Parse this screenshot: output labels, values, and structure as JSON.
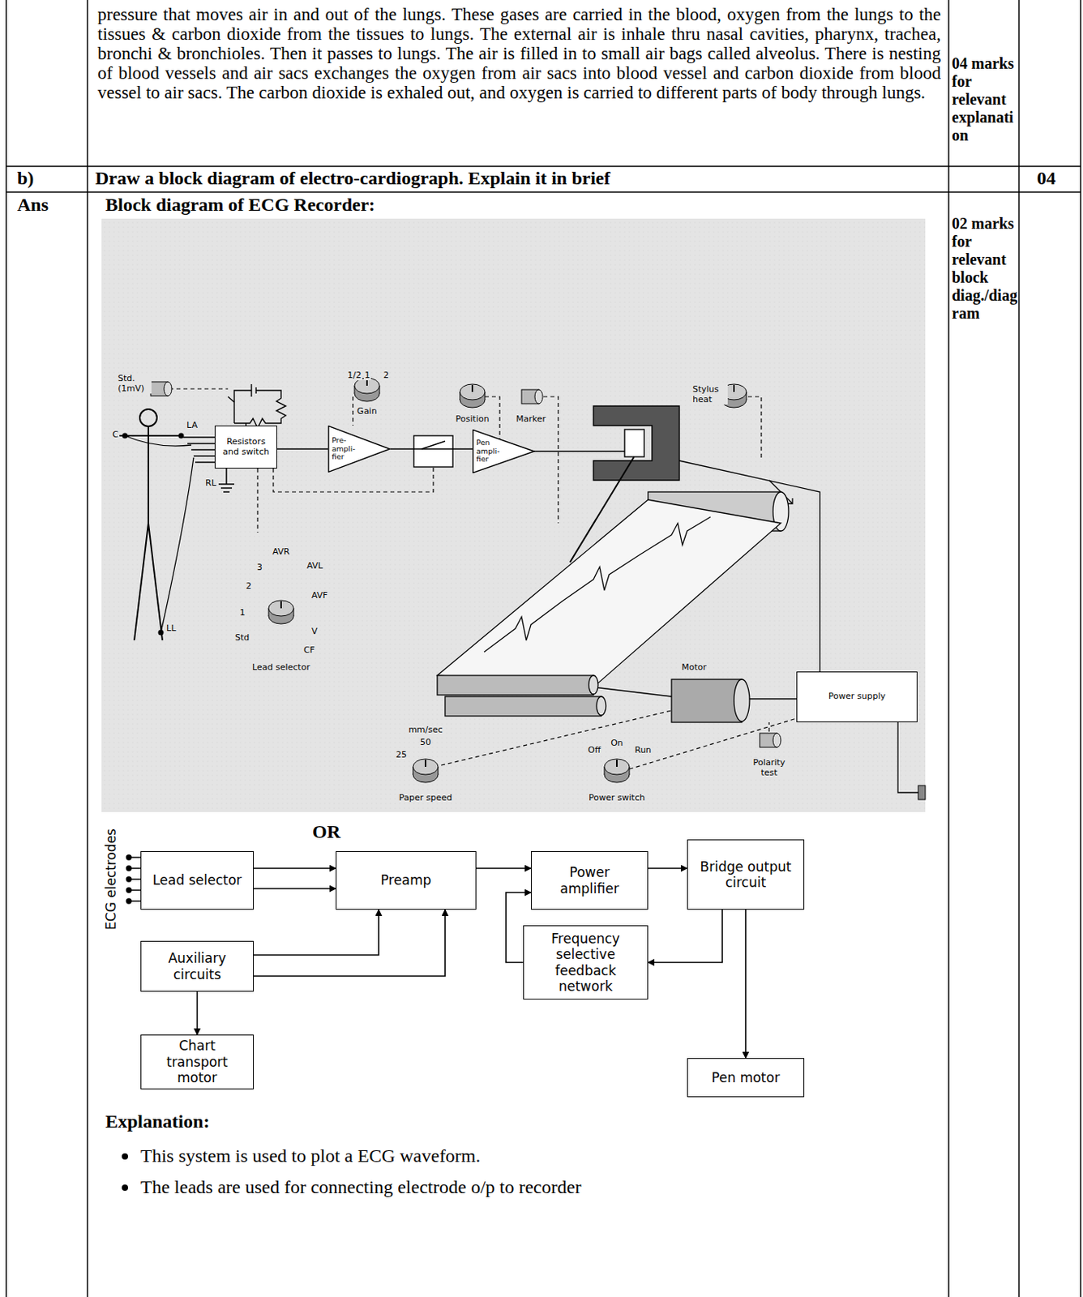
{
  "diagram": {
    "nodes": [
      {
        "text": [
          "Resistors and switch"
        ]
      },
      {
        "text": [
          "Pre- ampli- fier"
        ]
      },
      {
        "text": [
          "Pen ampli- fier"
        ]
      },
      {
        "text": [
          "Power supply"
        ]
      },
      {
        "text": [
          "Lead selector"
        ]
      },
      {
        "text": [
          "Preamp"
        ]
      },
      {
        "text": [
          "Power amplifier"
        ]
      },
      {
        "text": [
          "Bridge output circuit"
        ]
      },
      {
        "text": [
          "Auxiliary circuits"
        ]
      },
      {
        "text": [
          "Frequency selective feedback network"
        ]
      },
      {
        "text": [
          "Chart transport motor"
        ]
      },
      {
        "text": [
          "Pen motor"
        ]
      }
    ],
    "edges": [
      {
        "from": 0,
        "to": 1,
        "arrow": "none"
      },
      {
        "from": 1,
        "to": 2,
        "arrow": "none"
      },
      {
        "from": 4,
        "to": 5,
        "arrow": "to"
      },
      {
        "from": 4,
        "to": 5,
        "arrow": "to"
      },
      {
        "from": 5,
        "to": 6,
        "arrow": "to"
      },
      {
        "from": 6,
        "to": 7,
        "arrow": "to"
      },
      {
        "from": 7,
        "to": 9,
        "arrow": "to"
      },
      {
        "from": 9,
        "to": 6,
        "arrow": "to"
      },
      {
        "from": 7,
        "to": 11,
        "arrow": "to"
      },
      {
        "from": 8,
        "to": 5,
        "arrow": "to"
      },
      {
        "from": 8,
        "to": 5,
        "arrow": "to"
      },
      {
        "from": 8,
        "to": 10,
        "arrow": "to"
      }
    ],
    "labels": [
      "pressure that moves air in and out of the lungs. These gases are carried in the blood, oxygen from the lungs to the tissues & carbon dioxide from the tissues to lungs. The external air is inhale thru nasal cavities, pharynx, trachea, bronchi & bronchioles. Then it passes to lungs. The air is filled in to small air bags called alveolus. There is nesting of blood vessels and air sacs exchanges the oxygen from air sacs into blood vessel and carbon dioxide from blood vessel to air sacs. The carbon dioxide is exhaled out, and oxygen is carried to different parts of body through lungs.",
      "04 marks for relevant explanati on",
      "b)",
      "Draw a block diagram of electro-cardiograph. Explain it in brief",
      "04",
      "Ans",
      "Block diagram of ECG Recorder:",
      "02 marks for relevant block diag./diag ram",
      "Std. (1mV)",
      "1/2",
      "1",
      "2",
      "Gain",
      "Position",
      "Marker",
      "Stylus heat",
      "C",
      "LA",
      "RL",
      "LL",
      "3",
      "AVR",
      "AVL",
      "2",
      "AVF",
      "1",
      "V",
      "Std",
      "CF",
      "Lead selector",
      "mm/sec",
      "50",
      "25",
      "Paper speed",
      "Off",
      "On",
      "Run",
      "Power switch",
      "Polarity test",
      "Motor",
      "OR",
      "ECG electrodes",
      "Explanation:",
      "This system is used to plot a ECG waveform.",
      "The leads are used for connecting electrode o/p to recorder"
    ]
  }
}
